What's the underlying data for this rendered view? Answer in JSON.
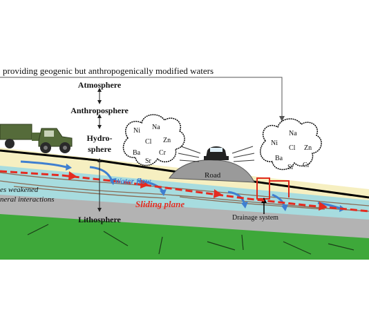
{
  "top_caption": "providing geogenic but anthropogenically modified waters",
  "spheres": {
    "atmosphere": "Atmosphere",
    "anthroposphere": "Anthroposphere",
    "hydro_line1": "Hydro-",
    "hydro_line2": "sphere",
    "lithosphere": "Lithosphere"
  },
  "labels": {
    "road": "Road",
    "water_flow": "Water flow",
    "sliding_plane": "Sliding plane",
    "drainage": "Drainage system",
    "weakened_line1": "es weakened",
    "weakened_line2": "neral interactions"
  },
  "cloud_left": [
    "Ni",
    "Na",
    "Cl",
    "Zn",
    "Ba",
    "Cr",
    "Sr"
  ],
  "cloud_right": [
    "Ni",
    "Na",
    "Cl",
    "Zn",
    "Ba",
    "Sr",
    "Cr"
  ],
  "colors": {
    "sky": "#ffffff",
    "sand": "#f6efc1",
    "water": "#a7dcdf",
    "clay": "#b3b3b3",
    "grass": "#3ea83a",
    "truck": "#556b3a",
    "flow_blue": "#3f7fd0",
    "sliding_red": "#e42b20"
  }
}
